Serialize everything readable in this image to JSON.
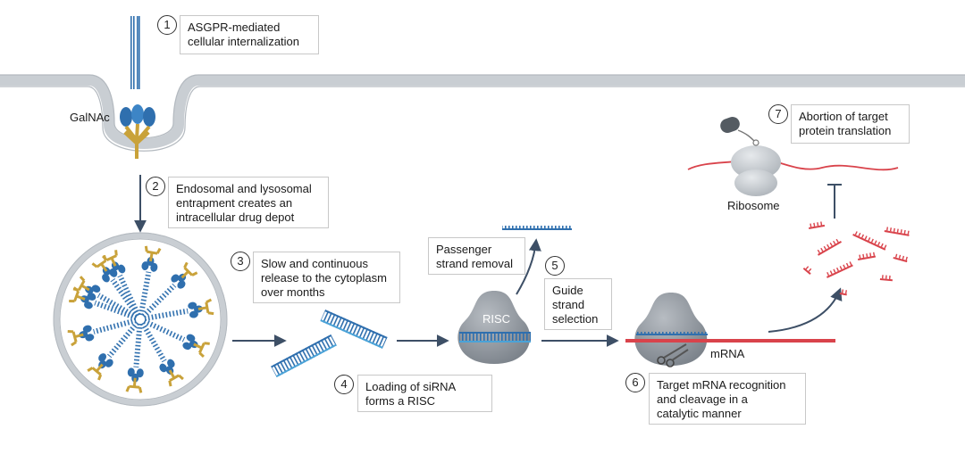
{
  "steps": [
    {
      "number": "1",
      "text": "ASGPR-mediated\ncellular internalization"
    },
    {
      "number": "2",
      "text": "Endosomal and lysosomal\nentrapment creates an\nintracellular drug depot"
    },
    {
      "number": "3",
      "text": "Slow and continuous\nrelease to the cytoplasm\nover months"
    },
    {
      "number": "4",
      "text": "Loading of siRNA\nforms a RISC"
    },
    {
      "number": "5",
      "text": "Guide\nstrand\nselection"
    },
    {
      "number": "6",
      "text": "Target mRNA recognition\nand cleavage in a\ncatalytic manner"
    },
    {
      "number": "7",
      "text": "Abortion of target\nprotein translation"
    }
  ],
  "side_boxes": {
    "passenger": "Passenger\nstrand removal"
  },
  "labels": {
    "galnac": "GalNAc",
    "risc": "RISC",
    "mrna": "mRNA",
    "ribosome": "Ribosome"
  },
  "colors": {
    "membrane": "#c9ced3",
    "membrane_line": "#b3b9bf",
    "sirna_blue": "#2f6fae",
    "sirna_light": "#4aa3d8",
    "galnac_gold": "#c9a23a",
    "risc_gray": "#8e959c",
    "mrna_red": "#d9434b",
    "arrow": "#3d4f66"
  }
}
